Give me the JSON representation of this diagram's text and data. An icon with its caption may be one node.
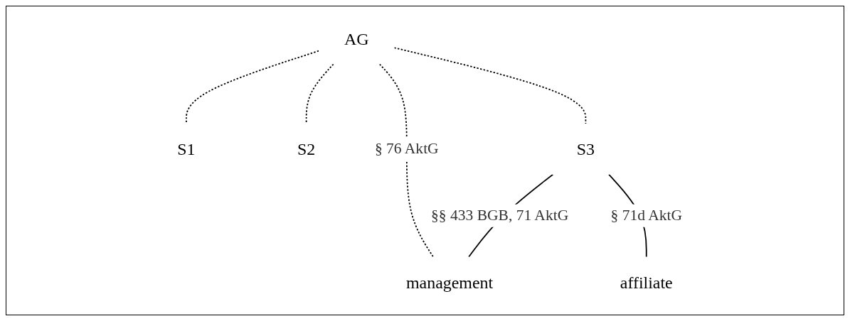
{
  "diagram": {
    "nodes": [
      {
        "text": [
          "AG"
        ]
      },
      {
        "text": [
          "management"
        ]
      },
      {
        "text": [
          "S1"
        ]
      },
      {
        "text": [
          "S2"
        ]
      },
      {
        "text": [
          "S3"
        ]
      },
      {
        "text": [
          "affiliate"
        ]
      }
    ],
    "edges": [
      {
        "from": 0,
        "to": 1,
        "arrow": "none",
        "style": "dashed",
        "label": "§ 76 AktG"
      },
      {
        "from": 0,
        "to": 2,
        "arrow": "none",
        "style": "dashed"
      },
      {
        "from": 0,
        "to": 3,
        "arrow": "none",
        "style": "dashed"
      },
      {
        "from": 0,
        "to": 4,
        "arrow": "none",
        "style": "dashed"
      },
      {
        "from": 4,
        "to": 1,
        "arrow": "none",
        "label": "§§ 433 BGB, 71 AktG"
      },
      {
        "from": 4,
        "to": 5,
        "arrow": "none",
        "label": "§ 71d AktG"
      }
    ]
  }
}
